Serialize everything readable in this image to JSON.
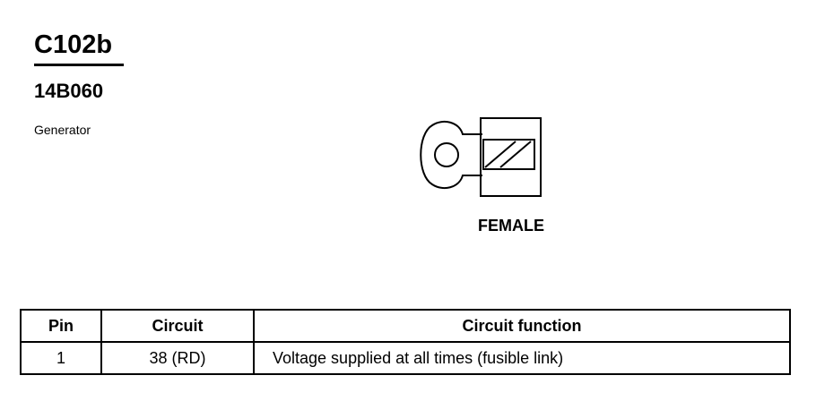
{
  "header": {
    "connector_id": "C102b",
    "part_number": "14B060",
    "component": "Generator"
  },
  "figure": {
    "icon": "ring-terminal-connector-icon",
    "gender_label": "FEMALE"
  },
  "table": {
    "headers": {
      "pin": "Pin",
      "circuit": "Circuit",
      "function": "Circuit function"
    },
    "rows": [
      {
        "pin": "1",
        "circuit": "38 (RD)",
        "function": "Voltage supplied at all times (fusible link)"
      }
    ]
  }
}
